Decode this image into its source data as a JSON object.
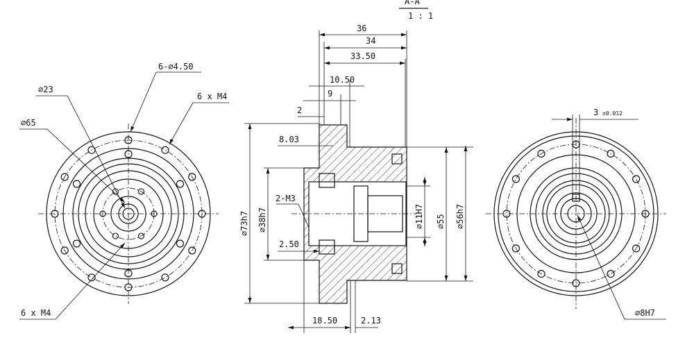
{
  "section_title": {
    "name": "A-A",
    "scale": "1 : 1"
  },
  "left_view": {
    "hole_callout": "6-⌀4.50",
    "dia_inner": "⌀23",
    "dia_outer": "⌀65",
    "thread_top": "6 x M4",
    "thread_bottom": "6 x M4"
  },
  "section_view": {
    "dims_top": [
      "36",
      "34",
      "33.50",
      "10.50",
      "9",
      "2"
    ],
    "dim_8_03": "8.03",
    "dim_73h7": "⌀73h7",
    "dim_38h7": "⌀38h7",
    "thread_m3": "2-M3",
    "dim_2_50": "2.50",
    "dim_18_50": "18.50",
    "dim_2_13": "2.13",
    "dim_11H7": "⌀11H7",
    "dim_55": "⌀55",
    "dim_56h7": "⌀56h7"
  },
  "right_view": {
    "key_width": "3",
    "key_tol": "±0.012",
    "bore": "⌀8H7"
  }
}
